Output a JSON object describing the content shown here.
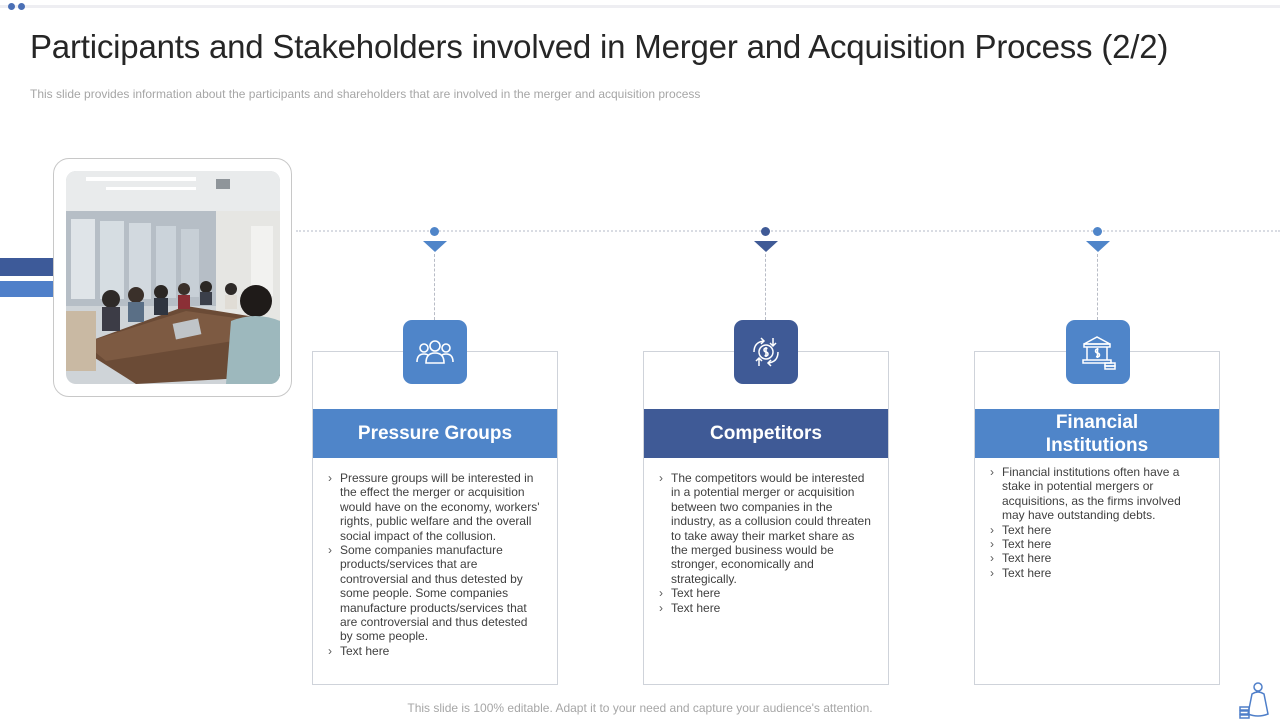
{
  "slide": {
    "title": "Participants and Stakeholders involved in Merger and Acquisition Process (2/2)",
    "subtitle": "This slide provides  information  about  the participants  and  shareholders  that are involved   in the merger  and acquisition  process",
    "footer": "This slide is 100% editable. Adapt it to your need and capture your audience's attention."
  },
  "colors": {
    "accent_light": "#4f85c9",
    "accent_dark": "#3f5a96",
    "title": "#262626",
    "muted_text": "#a6a6a6"
  },
  "photo": {
    "subject": "meeting-room-photo"
  },
  "cards": [
    {
      "icon": "group-icon",
      "heading": "Pressure Groups",
      "points": [
        "Pressure groups will be interested in the effect the merger or acquisition would have on the economy, workers' rights, public welfare and the overall social impact of the collusion.",
        "Some companies manufacture products/services that are controversial and thus detested by some people. Some companies manufacture products/services that are controversial and thus detested by some people.",
        "Text here"
      ]
    },
    {
      "icon": "currency-exchange-icon",
      "heading": "Competitors",
      "points": [
        "The competitors would be interested in a potential merger or acquisition between two companies in the industry, as a collusion could threaten to take away their market share as the merged business would be stronger, economically and strategically.",
        "Text here",
        "Text here"
      ]
    },
    {
      "icon": "bank-icon",
      "heading": "Financial Institutions",
      "points": [
        "Financial institutions often have a stake in potential mergers or acquisitions, as the firms involved may have outstanding debts.",
        "Text here",
        "Text here",
        "Text here",
        "Text here"
      ]
    }
  ]
}
